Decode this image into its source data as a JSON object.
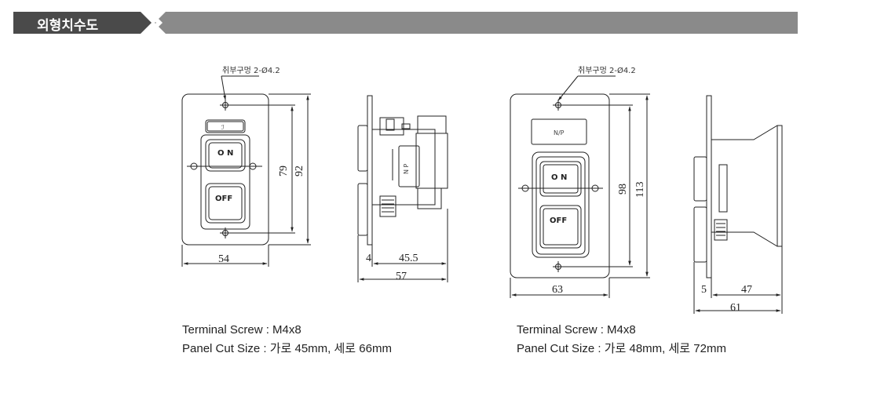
{
  "header": {
    "title": "외형치수도"
  },
  "drawing1": {
    "hole_label": "취부구멍 2-Ø4.2",
    "on_label": "O N",
    "off_label": "OFF",
    "np_label": "N P",
    "dim_width": "54",
    "dim_inner_height": "79",
    "dim_height": "92",
    "dim_flange": "4",
    "dim_depth_body": "45.5",
    "dim_depth_total": "57",
    "spec_terminal": "Terminal Screw : M4x8",
    "spec_panel": "Panel Cut Size : 가로 45mm, 세로 66mm"
  },
  "drawing2": {
    "hole_label": "취부구멍 2-Ø4.2",
    "on_label": "O N",
    "off_label": "OFF",
    "np_label": "N/P",
    "dim_width": "63",
    "dim_inner_height": "98",
    "dim_height": "113",
    "dim_flange": "5",
    "dim_depth_body": "47",
    "dim_depth_total": "61",
    "spec_terminal": "Terminal Screw : M4x8",
    "spec_panel": "Panel Cut Size : 가로 48mm, 세로 72mm"
  },
  "colors": {
    "header_dark": "#4a4a4a",
    "header_bar": "#8a8a8a",
    "line": "#222222"
  }
}
